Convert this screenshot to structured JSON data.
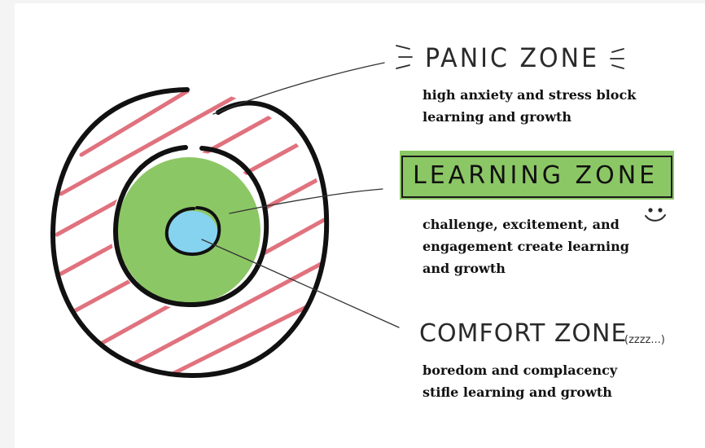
{
  "zones": {
    "panic": {
      "title": "PANIC ZONE",
      "description_lines": [
        "high anxiety and stress block",
        "learning and growth"
      ]
    },
    "learning": {
      "title": "LEARNING ZONE",
      "description_lines": [
        "challenge, excitement, and",
        "engagement create learning",
        "and growth"
      ]
    },
    "comfort": {
      "title": "COMFORT ZONE",
      "note": "(zzzz...)",
      "description_lines": [
        "boredom and complacency",
        "stifle learning and growth"
      ]
    }
  },
  "colors": {
    "outline": "#111111",
    "panic_stripes": "#e0727e",
    "learning_fill": "#8cc765",
    "learning_banner": "#8cc765",
    "comfort_fill": "#86d3f0"
  },
  "icons": [
    "emphasis-marks-icon",
    "smiley-icon"
  ]
}
